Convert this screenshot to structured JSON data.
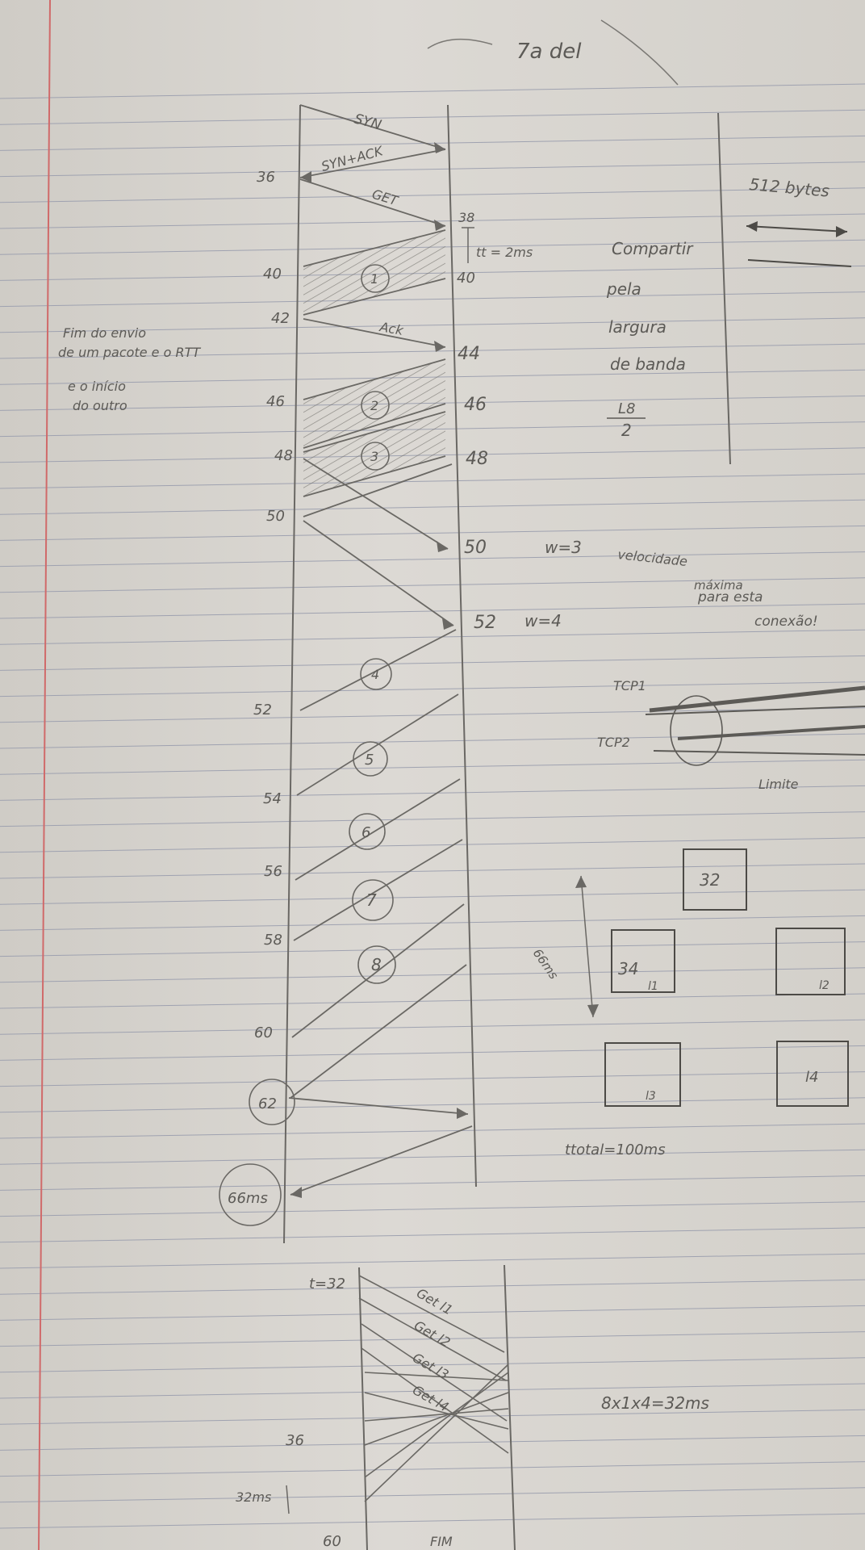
{
  "top": {
    "title": "7a del"
  },
  "diagram": {
    "messages": [
      "SYN",
      "SYN+ACK",
      "GET",
      "Ack"
    ],
    "duration": "tt = 2ms",
    "left_times": [
      "36",
      "40",
      "42",
      "46",
      "48",
      "50",
      "52",
      "54",
      "56",
      "58",
      "60",
      "62",
      "66ms"
    ],
    "right_times": [
      "38",
      "40",
      "44",
      "46",
      "48",
      "50",
      "52"
    ],
    "packets": [
      "1",
      "2",
      "3",
      "4",
      "5",
      "6",
      "7",
      "8"
    ]
  },
  "margin_note": [
    "Fim do envio",
    "de um pacote e o RTT",
    "e o início",
    "do outro"
  ],
  "side_notes": {
    "bytes": "512 bytes",
    "share_lines": [
      "Compartir",
      "pela",
      "largura",
      "de banda"
    ],
    "fraction_num": "L8",
    "fraction_den": "2",
    "w3": "w=3",
    "speed_lines": [
      "velocidade",
      "máxima",
      "para esta",
      "conexão!"
    ],
    "w4": "w=4",
    "tcp1": "TCP1",
    "tcp2": "TCP2",
    "limite": "Limite",
    "total": "ttotal=100ms"
  },
  "boxes": {
    "height_label": "66ms",
    "b32": "32",
    "b34": "34",
    "l1": "l1",
    "l2": "l2",
    "l3": "l3",
    "l4": "l4"
  },
  "bottom": {
    "start": "t=32",
    "gets": [
      "Get l1",
      "Get l2",
      "Get l3",
      "Get l4"
    ],
    "t36": "36",
    "t32": "32ms",
    "t60": "60",
    "fim": "FIM",
    "calc": "8x1x4=32ms"
  }
}
